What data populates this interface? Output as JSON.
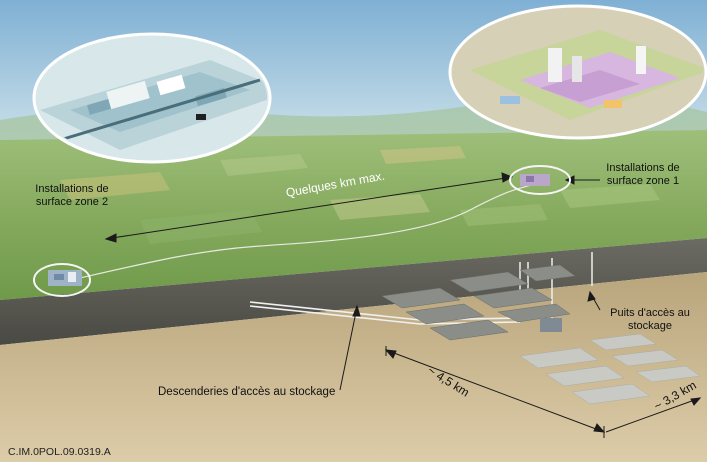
{
  "labels": {
    "zone2": "Installations de surface zone 2",
    "zone1": "Installations de surface zone 1",
    "distance": "Quelques km max.",
    "shafts": "Puits d'accès au stockage",
    "ramps": "Descenderies d'accès au stockage",
    "length": "~ 4,5 km",
    "width": "~ 3,3 km",
    "reference": "C.IM.0POL.09.0319.A"
  },
  "colors": {
    "sky": "#8fb9d6",
    "ground_top": "#7fa357",
    "cut_face": "#5a5a54",
    "underground": "#cdbb94",
    "lines": "#1a1a1a"
  }
}
